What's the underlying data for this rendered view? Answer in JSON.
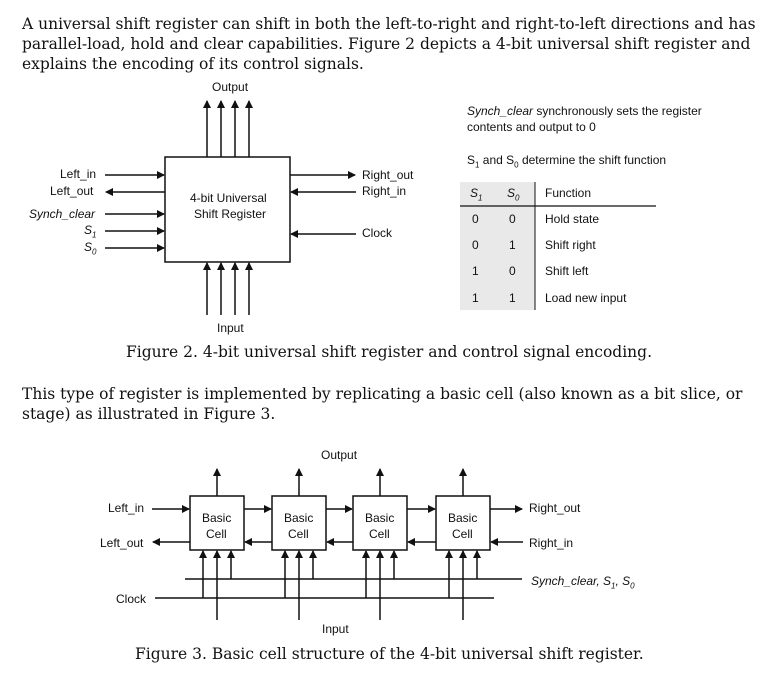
{
  "intro": {
    "line1": "A universal shift register can shift in both the left-to-right and right-to-left directions and has",
    "line2": "parallel-load, hold and clear capabilities. Figure 2 depicts a 4-bit universal shift register and",
    "line3": "explains the encoding of its control signals."
  },
  "fig2": {
    "output_label": "Output",
    "input_label": "Input",
    "block_line1": "4-bit Universal",
    "block_line2": "Shift Register",
    "left_in": "Left_in",
    "left_out": "Left_out",
    "synch_clear": "Synch_clear",
    "s1": "S",
    "s1_sub": "1",
    "s0": "S",
    "s0_sub": "0",
    "right_out": "Right_out",
    "right_in": "Right_in",
    "clock": "Clock",
    "note1": "Synch_clear synchronously sets the register",
    "note2": "contents and output to 0",
    "note3_pre": "S",
    "note3_sub1": "1",
    "note3_mid": " and S",
    "note3_sub0": "0",
    "note3_post": " determine the shift function",
    "table": {
      "h_s1": "S",
      "h_s1_sub": "1",
      "h_s0": "S",
      "h_s0_sub": "0",
      "h_fn": "Function",
      "rows": [
        {
          "s1": "0",
          "s0": "0",
          "fn": "Hold state"
        },
        {
          "s1": "0",
          "s0": "1",
          "fn": "Shift right"
        },
        {
          "s1": "1",
          "s0": "0",
          "fn": "Shift left"
        },
        {
          "s1": "1",
          "s0": "1",
          "fn": "Load new input"
        }
      ]
    },
    "caption": "Figure 2. 4-bit universal shift register and control signal encoding."
  },
  "middle": {
    "line1": "This type of register is implemented by replicating a basic cell (also known as a bit slice, or",
    "line2": "stage) as illustrated in Figure 3."
  },
  "fig3": {
    "output_label": "Output",
    "input_label": "Input",
    "cell_line1": "Basic",
    "cell_line2": "Cell",
    "left_in": "Left_in",
    "left_out": "Left_out",
    "clock": "Clock",
    "right_out": "Right_out",
    "right_in": "Right_in",
    "control": "Synch_clear, S",
    "control_sub1": "1",
    "control_sep": ", S",
    "control_sub0": "0",
    "caption": "Figure 3. Basic cell structure of the 4-bit universal shift register."
  },
  "colors": {
    "line": "#111111",
    "table_bg": "#e9e9e9"
  }
}
